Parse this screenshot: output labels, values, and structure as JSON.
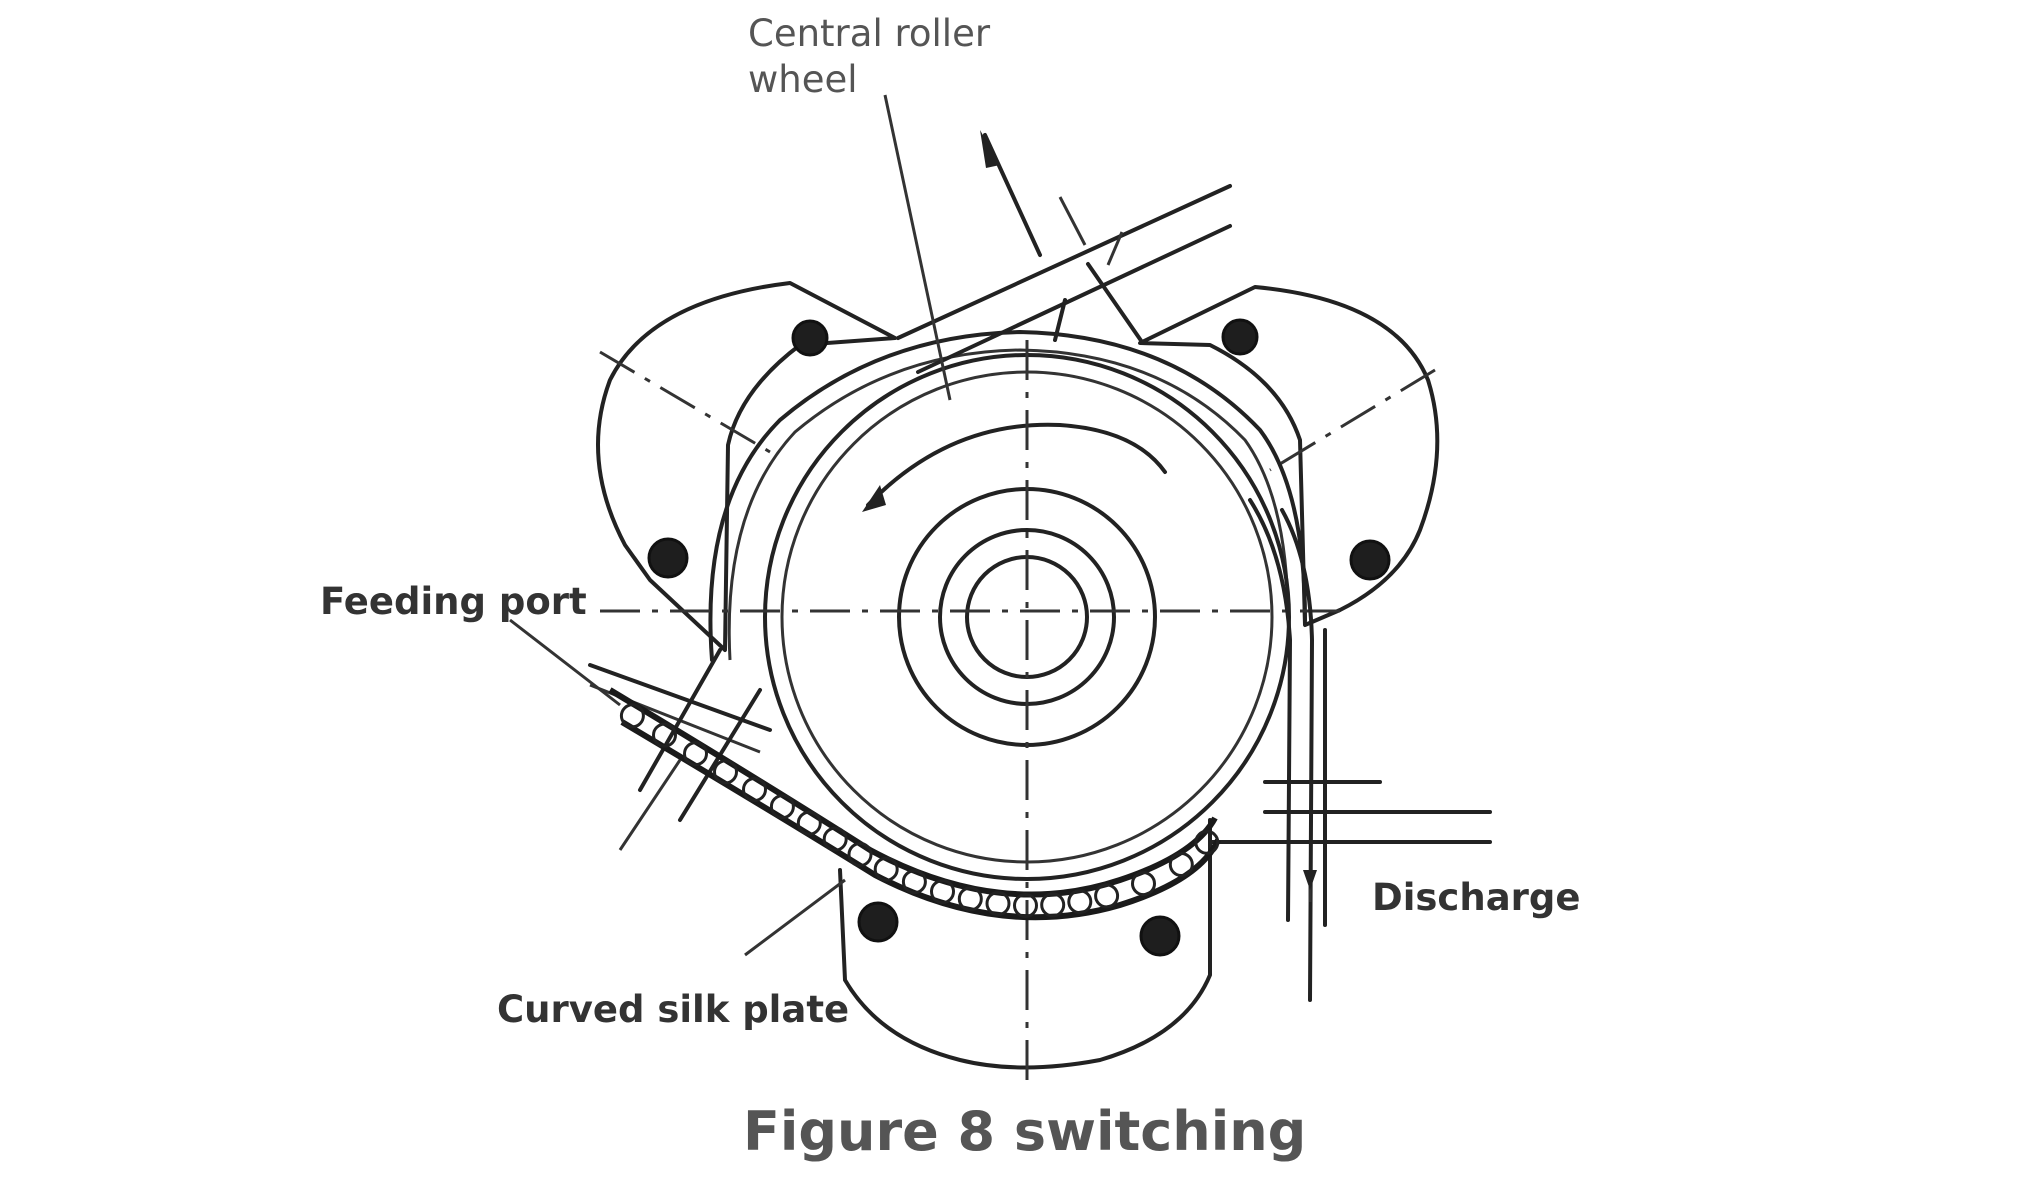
{
  "labels": {
    "central_roller_line1": "Central roller",
    "central_roller_line2": "wheel",
    "feeding_port": "Feeding port",
    "discharge": "Discharge",
    "curved_silk_plate": "Curved silk plate"
  },
  "caption": "Figure 8 switching",
  "colors": {
    "background": "#ffffff",
    "line": "#222222",
    "text": "#333333"
  }
}
